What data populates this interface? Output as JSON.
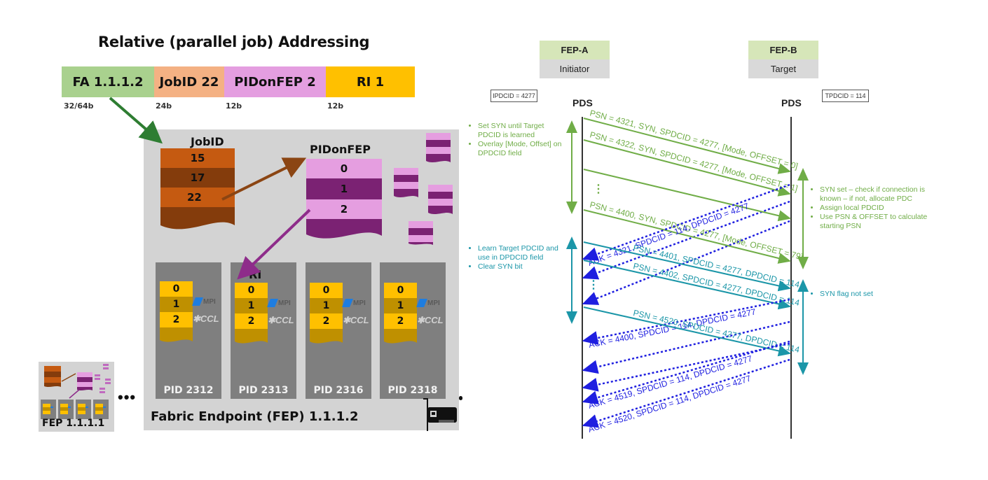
{
  "left_panel": {
    "title": "Relative (parallel job) Addressing",
    "address_fields": [
      {
        "label": "FA 1.1.1.2",
        "bits": "32/64b",
        "color": "#a9d18e"
      },
      {
        "label": "JobID 22",
        "bits": "24b",
        "color": "#f4b183"
      },
      {
        "label": "PIDonFEP 2",
        "bits": "12b",
        "color": "#e49ee0"
      },
      {
        "label": "RI 1",
        "bits": "12b",
        "color": "#ffc000"
      }
    ],
    "jobid_table": {
      "label": "JobID",
      "entries": [
        "15",
        "17",
        "22"
      ],
      "colors": {
        "light": "#c55a11",
        "dark": "#843c0c"
      }
    },
    "pidonfep_table": {
      "label": "PIDonFEP",
      "entries": [
        "0",
        "1",
        "2"
      ],
      "colors": {
        "light": "#e59ee0",
        "dark": "#7b2273"
      }
    },
    "ri_label": "RI",
    "processes": [
      {
        "pid": "PID 2312",
        "ri": [
          "0",
          "1",
          "2"
        ]
      },
      {
        "pid": "PID 2313",
        "ri": [
          "0",
          "1",
          "2"
        ]
      },
      {
        "pid": "PID 2316",
        "ri": [
          "0",
          "1",
          "2"
        ]
      },
      {
        "pid": "PID 2318",
        "ri": [
          "0",
          "1",
          "2"
        ]
      }
    ],
    "mpi_logo": "MPI",
    "ccl_logo": "CCL",
    "fep_label": "Fabric Endpoint (FEP) 1.1.1.2",
    "mini_fep_label": "FEP 1.1.1.1",
    "ellipsis": "•••",
    "nic_icon": "network-card-icon"
  },
  "right_panel": {
    "initiator": {
      "name": "FEP-A",
      "role": "Initiator",
      "id_box": "IPDCID = 4277",
      "lifeline": "PDS"
    },
    "target": {
      "name": "FEP-B",
      "role": "Target",
      "id_box": "TPDCID = 114",
      "lifeline": "PDS"
    },
    "colors": {
      "syn": "#70ad47",
      "data": "#1b96a8",
      "ack": "#1f1fe0"
    },
    "left_notes": {
      "syn_phase": [
        "Set SYN until Target PDCID is learned",
        "Overlay [Mode, Offset] on DPDCID field"
      ],
      "established_phase": [
        "Learn Target PDCID and use in DPDCID field",
        "Clear SYN bit"
      ]
    },
    "right_notes": {
      "syn_phase": [
        "SYN set – check if connection is known – if not, allocate PDC",
        "Assign local PDCID",
        "Use PSN & OFFSET to calculate starting PSN"
      ],
      "established_phase": [
        "SYN flag not set"
      ]
    },
    "messages": [
      {
        "dir": "A->B",
        "kind": "syn",
        "label": "PSN = 4321, SYN, SPDCID = 4277, [Mode, OFFSET = 0]"
      },
      {
        "dir": "A->B",
        "kind": "syn",
        "label": "PSN = 4322, SYN, SPDCID = 4277, [Mode, OFFSET = 1]"
      },
      {
        "dir": "A->B",
        "kind": "syn",
        "label": ""
      },
      {
        "dir": "A->B",
        "kind": "syn",
        "label": "PSN = 4400, SYN, SPDCID = 4277, [Mode, OFFSET = 79]"
      },
      {
        "dir": "B->A",
        "kind": "ack",
        "label": "ACK = 4321, SPDCID = 114, DPDCID = 4277"
      },
      {
        "dir": "A->B",
        "kind": "data",
        "label": "PSN = 4401, SPDCID = 4277, DPDCID = 114"
      },
      {
        "dir": "A->B",
        "kind": "data",
        "label": "PSN = 4402, SPDCID = 4277, DPDCID = 114"
      },
      {
        "dir": "B->A",
        "kind": "ack",
        "label": "ACK = 4400, SPDCID = 114, DPDCID = 4277"
      },
      {
        "dir": "A->B",
        "kind": "data",
        "label": "PSN = 4520, SPDCID = 4277, DPDCID = 114"
      },
      {
        "dir": "B->A",
        "kind": "ack",
        "label": "ACK = 4519, SPDCID = 114, DPDCID = 4277"
      },
      {
        "dir": "B->A",
        "kind": "ack",
        "label": "ACK = 4520, SPDCID = 114, DPDCID = 4277"
      }
    ],
    "ellipsis": "⋮"
  }
}
